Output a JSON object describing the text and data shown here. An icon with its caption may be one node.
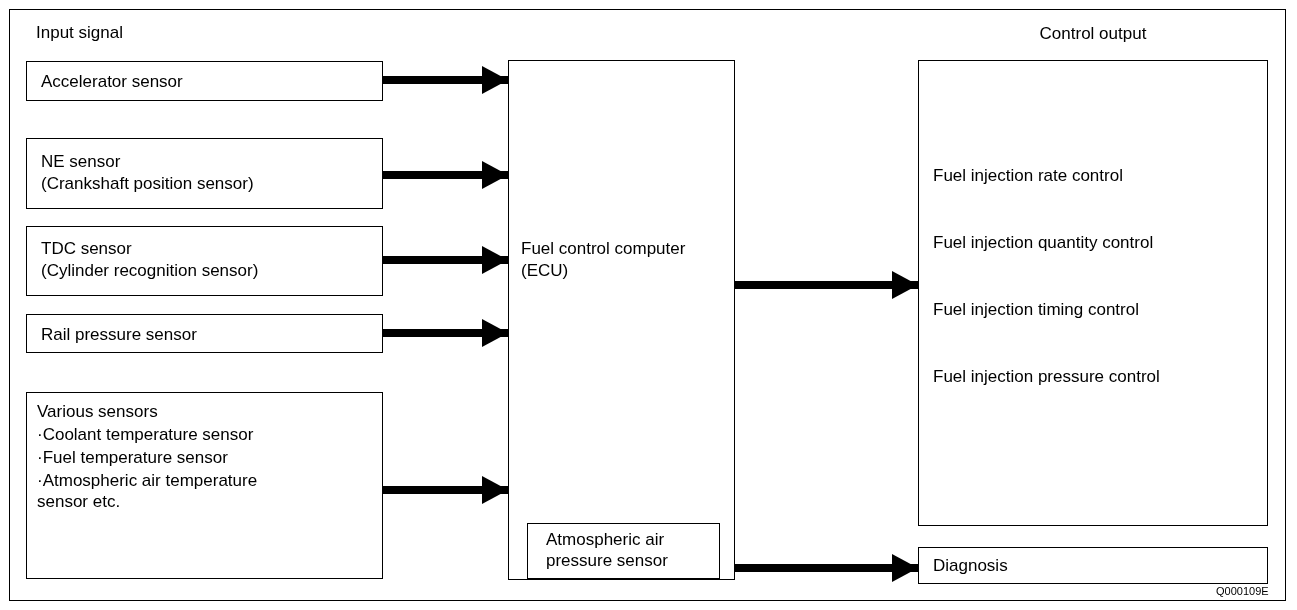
{
  "diagram": {
    "nodes": [
      {
        "text": [
          "Accelerator sensor"
        ]
      },
      {
        "text": [
          "NE sensor",
          "(Crankshaft position sensor)"
        ]
      },
      {
        "text": [
          "TDC sensor",
          "(Cylinder recognition sensor)"
        ]
      },
      {
        "text": [
          "Rail pressure sensor"
        ]
      },
      {
        "text": [
          "Various sensors",
          "·Coolant temperature sensor",
          "·Fuel temperature sensor",
          "·Atmospheric air temperature sensor etc."
        ]
      },
      {
        "text": [
          "Fuel control computer",
          "(ECU)"
        ]
      },
      {
        "text": [
          "Atmospheric air pressure sensor"
        ],
        "in": 5
      },
      {
        "text": [
          "Control output",
          "Fuel injection rate control",
          "Fuel injection quantity control",
          "Fuel injection timing control",
          "Fuel injection pressure control"
        ]
      },
      {
        "text": [
          "Diagnosis"
        ]
      }
    ],
    "edges": [
      {
        "from": 0,
        "to": 5,
        "arrow": "to"
      },
      {
        "from": 1,
        "to": 5,
        "arrow": "to"
      },
      {
        "from": 2,
        "to": 5,
        "arrow": "to"
      },
      {
        "from": 3,
        "to": 5,
        "arrow": "to"
      },
      {
        "from": 4,
        "to": 5,
        "arrow": "to"
      },
      {
        "from": 5,
        "to": 7,
        "arrow": "to"
      },
      {
        "from": 5,
        "to": 8,
        "arrow": "to"
      }
    ],
    "labels": [
      "Input signal",
      "Q000109E"
    ]
  }
}
